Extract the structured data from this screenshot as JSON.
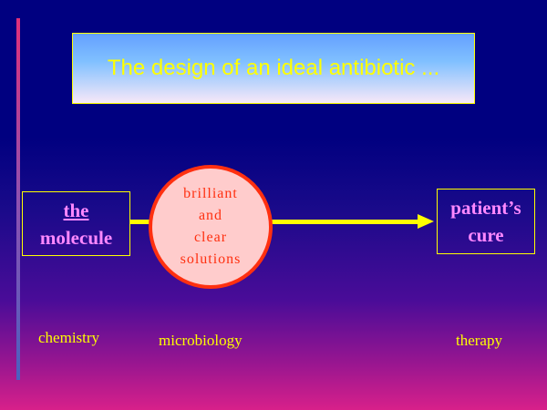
{
  "title": "The design of an ideal antibiotic ...",
  "left_box": {
    "line1": "the",
    "line2": "molecule"
  },
  "circle": {
    "lines": [
      "brilliant",
      "and",
      "clear",
      "solutions"
    ]
  },
  "right_box": {
    "line1": "patient’s",
    "line2": "cure"
  },
  "labels": {
    "chemistry": "chemistry",
    "microbiology": "microbiology",
    "therapy": "therapy"
  },
  "colors": {
    "accent": "#ffff00",
    "circle_border": "#ff3010",
    "circle_fill": "#ffcccc",
    "box_text": "#ff88ff"
  }
}
